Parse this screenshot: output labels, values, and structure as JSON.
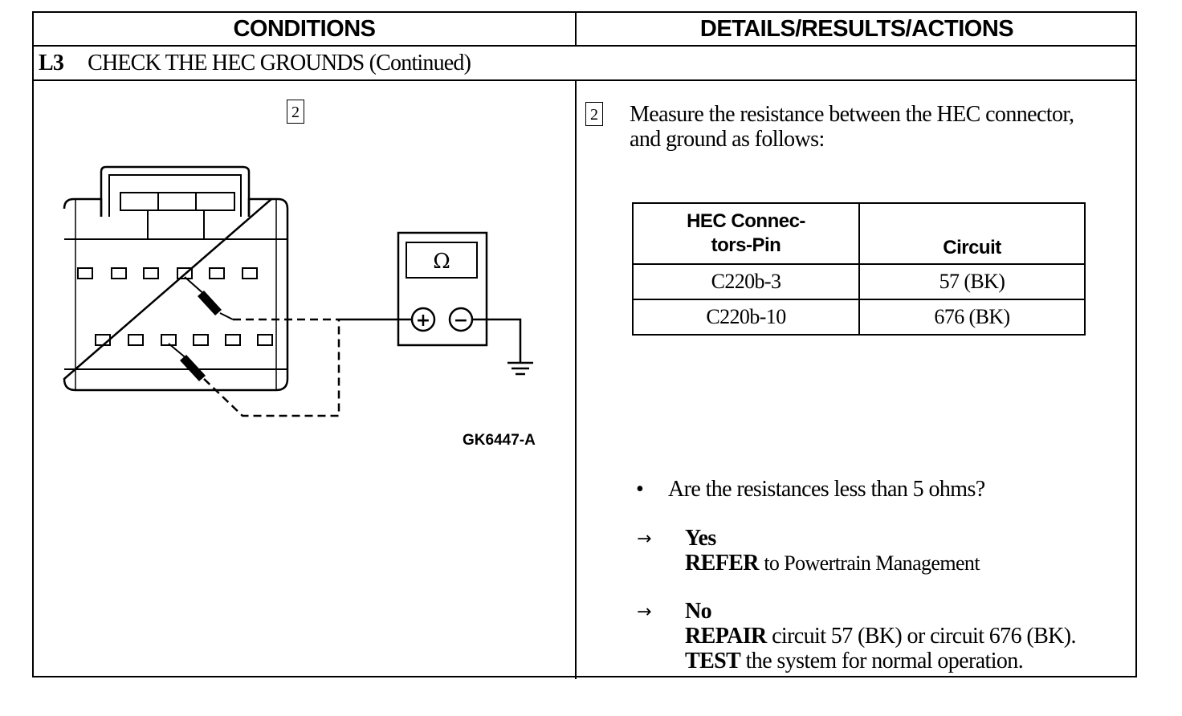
{
  "header": {
    "conditions": "CONDITIONS",
    "details": "DETAILS/RESULTS/ACTIONS"
  },
  "section": {
    "code": "L3",
    "title": "CHECK THE HEC GROUNDS (Continued)"
  },
  "step_number": "2",
  "diagram": {
    "meter_symbol": "Ω",
    "plus": "+",
    "minus": "−",
    "figure_id": "GK6447-A"
  },
  "instruction": "Measure the resistance between the HEC connector, and ground as follows:",
  "table": {
    "headers": [
      "HEC Connec-\ntors-Pin",
      "Circuit"
    ],
    "rows": [
      [
        "C220b-3",
        "57 (BK)"
      ],
      [
        "C220b-10",
        "676 (BK)"
      ]
    ]
  },
  "question": {
    "bullet": "•",
    "text": "Are the resistances less than 5 ohms?"
  },
  "answers": {
    "arrow": "→",
    "yes": {
      "label": "Yes",
      "action_verb": "REFER",
      "action_text": "to Powertrain Management"
    },
    "no": {
      "label": "No",
      "line1_verb": "REPAIR",
      "line1_text": "circuit 57 (BK) or circuit 676 (BK).",
      "line2_verb": "TEST",
      "line2_text": "the system for normal operation."
    }
  }
}
